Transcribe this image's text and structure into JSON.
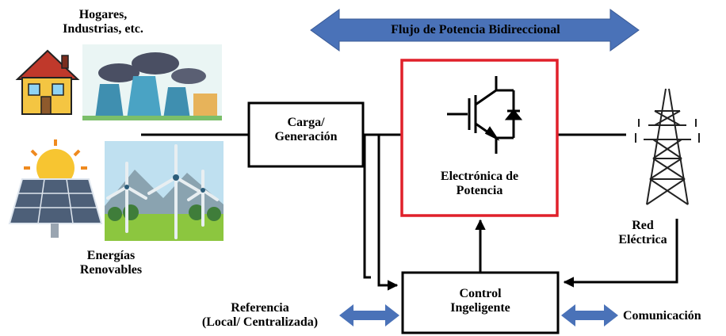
{
  "labels": {
    "homes": [
      "Hogares,",
      "Industrias, etc."
    ],
    "renewables": [
      "Energías",
      "Renovables"
    ],
    "bidirectional_flow": "Flujo de Potencia Bidireccional",
    "load_generation": [
      "Carga/",
      "Generación"
    ],
    "power_electronics": [
      "Electrónica de",
      "Potencia"
    ],
    "grid": [
      "Red",
      "Eléctrica"
    ],
    "control": [
      "Control",
      "Ingeligente"
    ],
    "reference": [
      "Referencia",
      "(Local/ Centralizada)"
    ],
    "communication": "Comunicación"
  },
  "colors": {
    "arrow_blue": "#4a72b8",
    "power_box_border": "#e0202a",
    "line": "#000000"
  }
}
